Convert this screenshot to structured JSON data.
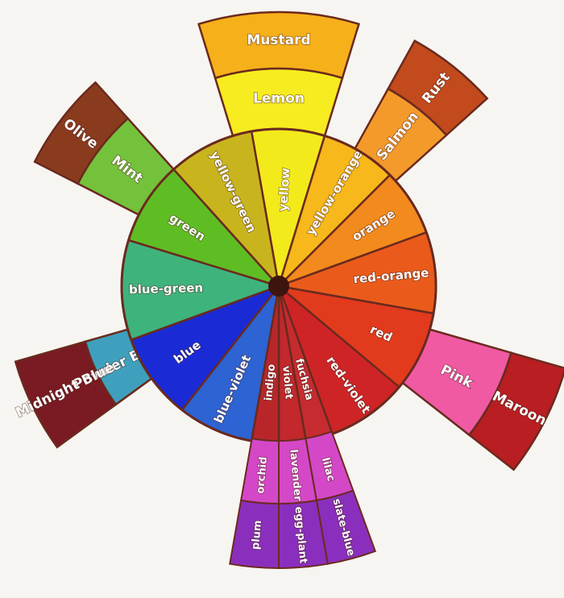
{
  "wheel": {
    "segments": [
      {
        "label": "yellow",
        "color": "#f3ea1c"
      },
      {
        "label": "yellow-orange",
        "color": "#f6b81a"
      },
      {
        "label": "orange",
        "color": "#f28a1d"
      },
      {
        "label": "red-orange",
        "color": "#ea5b1b"
      },
      {
        "label": "red",
        "color": "#e23a1d"
      },
      {
        "label": "red-violet",
        "color": "#cf2426"
      },
      {
        "label": "fuchsia",
        "color": "#c62b2f"
      },
      {
        "label": "violet",
        "color": "#c2282c"
      },
      {
        "label": "indigo",
        "color": "#b8262a"
      },
      {
        "label": "blue-violet",
        "color": "#2d63d2"
      },
      {
        "label": "blue",
        "color": "#1a2bd6"
      },
      {
        "label": "blue-green",
        "color": "#3fb37c"
      },
      {
        "label": "green",
        "color": "#5fbd24"
      },
      {
        "label": "yellow-green",
        "color": "#c8b51e"
      }
    ]
  },
  "rays": [
    {
      "inner": "Lemon",
      "outer": "Mustard",
      "inner_color": "#f7ec1f",
      "outer_color": "#f6b01a"
    },
    {
      "inner": "Salmon",
      "outer": "Rust",
      "inner_color": "#f39a2b",
      "outer_color": "#c24a1c"
    },
    {
      "inner": "Pink",
      "outer": "Maroon",
      "inner_color": "#ef5aa2",
      "outer_color": "#b81e22"
    },
    {
      "inner": "Powder Blue",
      "outer": "Midnight Blue",
      "inner_color": "#3fa0bd",
      "outer_color": "#7a1a22"
    },
    {
      "inner": "Mint",
      "outer": "Olive",
      "inner_color": "#74c23b",
      "outer_color": "#8a3b1e"
    }
  ],
  "bottom_ray": {
    "middle": [
      "lilac",
      "lavender",
      "orchid"
    ],
    "outer": [
      "slate-blue",
      "egg-plant",
      "plum"
    ],
    "middle_color": "#d448c8",
    "outer_color": "#8a2fbd"
  },
  "colors": {
    "outline": "#6a2a1e",
    "hub": "#3d1410"
  }
}
